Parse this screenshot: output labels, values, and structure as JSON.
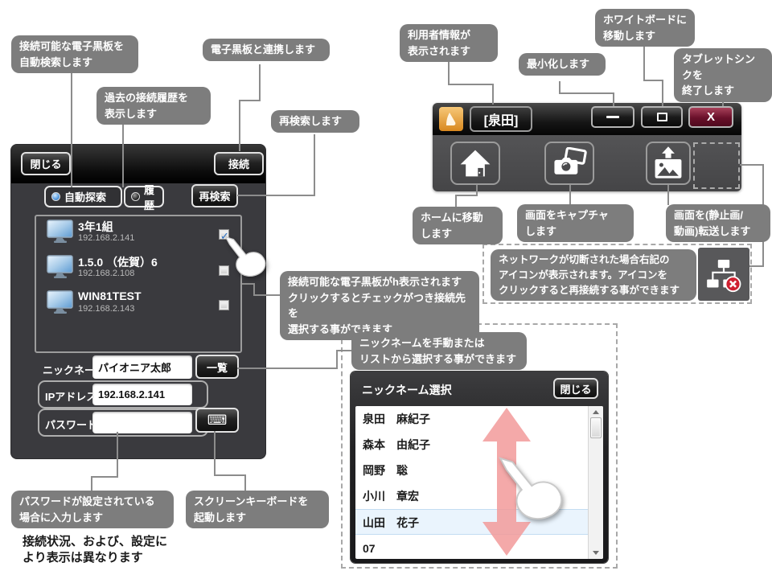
{
  "connect_panel": {
    "close_button": "閉じる",
    "connect_button": "接続",
    "auto_search_label": "自動探索",
    "history_label": "履歴",
    "research_button": "再検索",
    "devices": [
      {
        "name": "3年1組",
        "ip": "192.168.2.141"
      },
      {
        "name": "1.5.0 （佐賀）6",
        "ip": "192.168.2.108"
      },
      {
        "name": "WIN81TEST",
        "ip": "192.168.2.143"
      }
    ],
    "check_glyph": "✓",
    "nickname_label": "ニックネーム",
    "nickname_value": "パイオニア太郎",
    "list_button": "一覧",
    "ip_label": "IPアドレス",
    "ip_value": "192.168.2.141",
    "password_label": "パスワード",
    "password_value": "",
    "keyboard_glyph": "⌨"
  },
  "toolbar": {
    "title": "[泉田]",
    "close_glyph": "X"
  },
  "nickname_dialog": {
    "title": "ニックネーム選択",
    "close_button": "閉じる",
    "names": [
      "泉田　麻紀子",
      "森本　由紀子",
      "岡野　聡",
      "小川　章宏",
      "山田　花子",
      "07"
    ]
  },
  "callouts": {
    "auto_search": "接続可能な電子黒板を\n自動検索します",
    "history": "過去の接続履歴を\n表示します",
    "link_board": "電子黒板と連携します",
    "research": "再検索します",
    "device_list": "接続可能な電子黒板がh表示されます\nクリックするとチェックがつき接続先を\n選択する事ができます",
    "nickname": "ニックネームを手動または\nリストから選択する事ができます",
    "password": "パスワードが設定されている\n場合に入力します",
    "screen_keyboard": "スクリーンキーボードを\n起動します",
    "user_info": "利用者情報が\n表示されます",
    "minimize": "最小化します",
    "whiteboard": "ホワイトボードに\n移動します",
    "exit": "タブレットシンクを\n終了します",
    "home": "ホームに移動\nします",
    "capture": "画面をキャプチャ\nします",
    "transfer": "画面を(静止画/\n動画)転送します",
    "network": "ネットワークが切断された場合右記の\nアイコンが表示されます。アイコンを\nクリックすると再接続する事ができます"
  },
  "note": "接続状況、および、設定に\nより表示は異なります",
  "colors": {
    "callout_gray": "#7d7d7d",
    "panel_dark": "#3a3a3e",
    "close_red": "#69102a",
    "selection_blue": "#eaf4fd",
    "arrow_pink": "#f29a9a"
  }
}
